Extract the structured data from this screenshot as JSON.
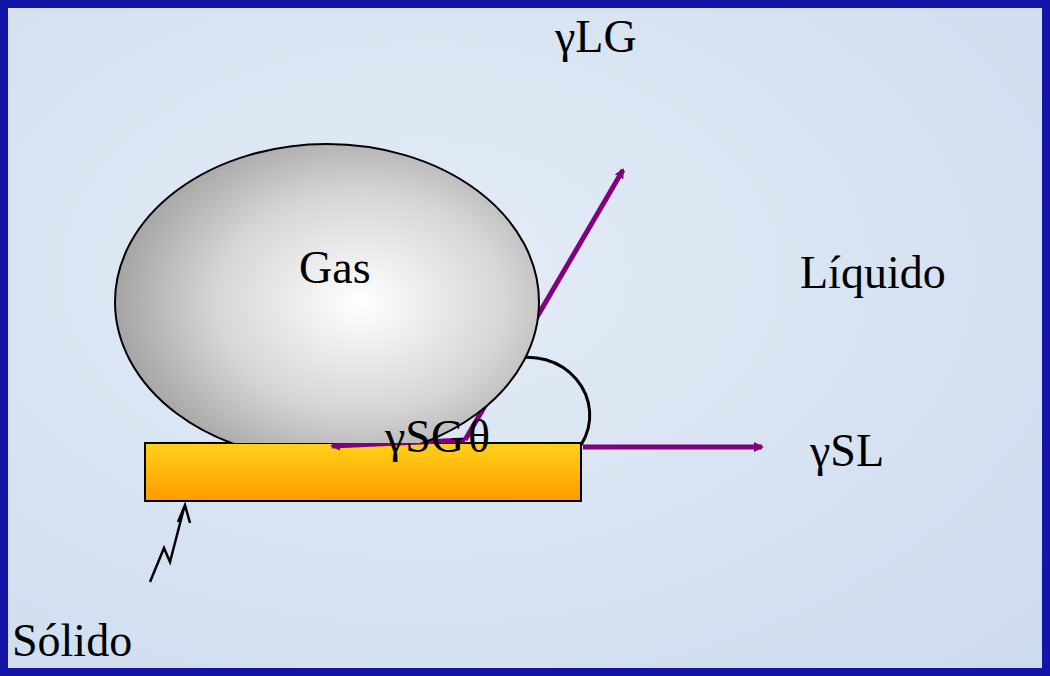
{
  "diagram": {
    "nodes": [
      {
        "text": [
          "Gas"
        ]
      }
    ],
    "labels": [
      "γLG",
      "Líquido",
      "γSG",
      "θ",
      "γSL",
      "Sólido"
    ]
  }
}
